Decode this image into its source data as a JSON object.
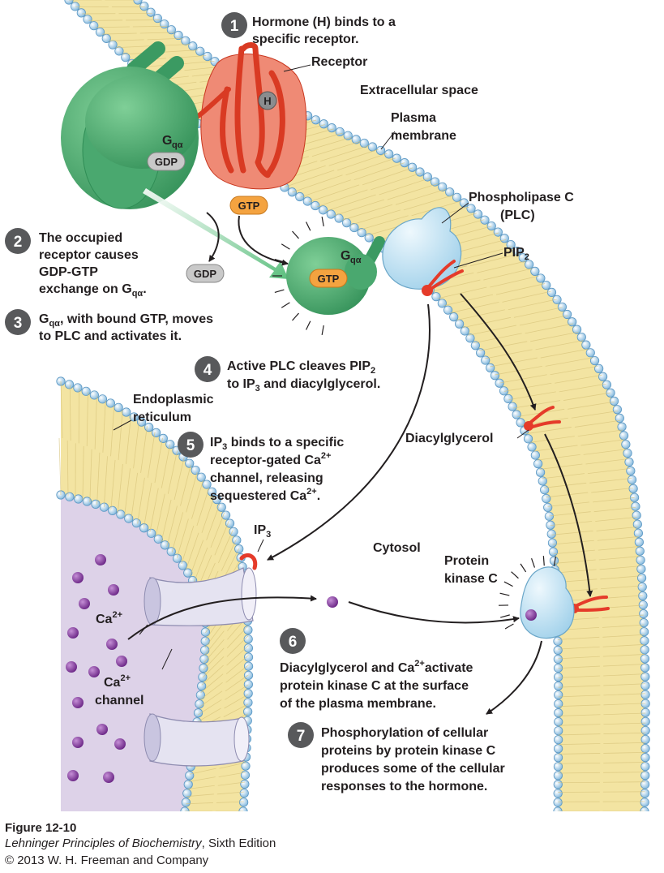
{
  "steps": [
    {
      "num": "1",
      "lines": [
        "Hormone (H) binds to a",
        "specific receptor."
      ]
    },
    {
      "num": "2",
      "lines": [
        "The occupied",
        "receptor causes",
        "GDP-GTP",
        "exchange on G",
        "qα",
        "."
      ]
    },
    {
      "num": "3",
      "lines": [
        "G",
        "qα",
        ", with bound GTP, moves",
        "to PLC and activates it."
      ]
    },
    {
      "num": "4",
      "lines": [
        "Active PLC cleaves PIP",
        "2",
        "to IP",
        "3",
        " and diacylglycerol."
      ]
    },
    {
      "num": "5",
      "lines": [
        "IP",
        "3",
        " binds to a specific",
        "receptor-gated Ca",
        "2+",
        "channel, releasing",
        "sequestered Ca",
        "2+",
        "."
      ]
    },
    {
      "num": "6",
      "lines": [
        "Diacylglycerol and Ca",
        "2+",
        "activate",
        "protein kinase C at the surface",
        "of the plasma membrane."
      ]
    },
    {
      "num": "7",
      "lines": [
        "Phosphorylation of cellular",
        "proteins by protein kinase C",
        "produces some of the cellular",
        "responses to the hormone."
      ]
    }
  ],
  "labels": {
    "receptor": "Receptor",
    "extracellular": "Extracellular space",
    "plasma1": "Plasma",
    "plasma2": "membrane",
    "plc1": "Phospholipase C",
    "plc2": "(PLC)",
    "pip": "PIP",
    "pip_sub": "2",
    "diacylglycerol": "Diacylglycerol",
    "er1": "Endoplasmic",
    "er2": "reticulum",
    "ip3": "IP",
    "ip3_sub": "3",
    "cytosol": "Cytosol",
    "pkc1": "Protein",
    "pkc2": "kinase C",
    "ca": "Ca",
    "ca_sup": "2+",
    "channel1": "Ca",
    "channel1_sup": "2+",
    "channel2": "channel",
    "g": "G",
    "g_sub": "qα",
    "gdp": "GDP",
    "gtp": "GTP",
    "h": "H"
  },
  "caption": {
    "title": "Figure 12-10",
    "book_title": "Lehninger Principles of Biochemistry",
    "book_rest": ", Sixth Edition",
    "copyright": "© 2013 W. H. Freeman and Company"
  },
  "colors": {
    "membrane_fill": "#f5e7a6",
    "lipid_head": "#a9d2ec",
    "gprotein": "#3fa66a",
    "receptor": "#e8432c",
    "plc": "#bfe1f3",
    "er_lumen": "#d9cde6",
    "calcium": "#8a3fa0",
    "badge": "#58595b"
  }
}
